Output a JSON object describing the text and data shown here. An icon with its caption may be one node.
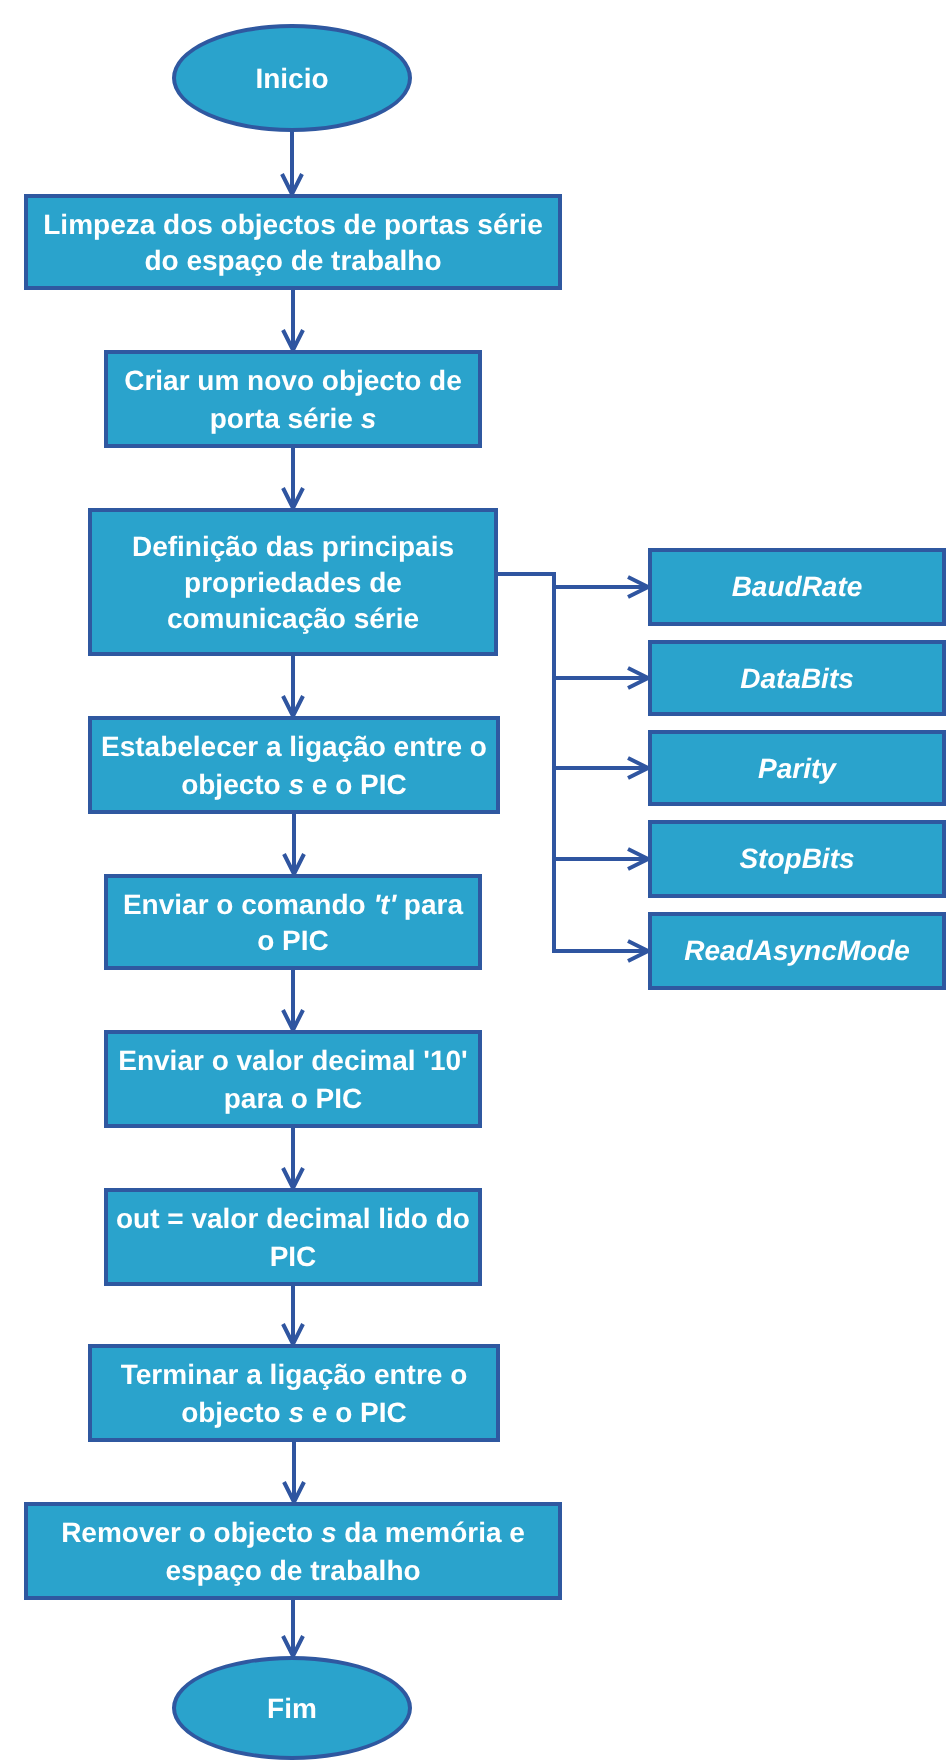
{
  "diagram": {
    "nodes": [
      {
        "text": [
          "Inicio"
        ]
      },
      {
        "text": [
          "Limpeza dos objectos de portas série do espaço de trabalho"
        ]
      },
      {
        "text": [
          "Criar um novo objecto de porta série *s*"
        ]
      },
      {
        "text": [
          "Definição das principais propriedades de comunicação série"
        ]
      },
      {
        "text": [
          "BaudRate"
        ]
      },
      {
        "text": [
          "DataBits"
        ]
      },
      {
        "text": [
          "Parity"
        ]
      },
      {
        "text": [
          "StopBits"
        ]
      },
      {
        "text": [
          "ReadAsyncMode"
        ]
      },
      {
        "text": [
          "Estabelecer a ligação entre o objecto *s* e o PIC"
        ]
      },
      {
        "text": [
          "Enviar o comando *'t'* para o PIC"
        ]
      },
      {
        "text": [
          "Enviar o valor decimal '10' para o PIC"
        ]
      },
      {
        "text": [
          "out = valor decimal lido do PIC"
        ]
      },
      {
        "text": [
          "Terminar a ligação entre o objecto *s* e o PIC"
        ]
      },
      {
        "text": [
          "Remover o objecto *s* da memória e espaço de trabalho"
        ]
      },
      {
        "text": [
          "Fim"
        ]
      }
    ],
    "edges": [
      {
        "from": 0,
        "to": 1,
        "arrow": "to"
      },
      {
        "from": 1,
        "to": 2,
        "arrow": "to"
      },
      {
        "from": 2,
        "to": 3,
        "arrow": "to"
      },
      {
        "from": 3,
        "to": 4,
        "arrow": "to"
      },
      {
        "from": 3,
        "to": 5,
        "arrow": "to"
      },
      {
        "from": 3,
        "to": 6,
        "arrow": "to"
      },
      {
        "from": 3,
        "to": 7,
        "arrow": "to"
      },
      {
        "from": 3,
        "to": 8,
        "arrow": "to"
      },
      {
        "from": 3,
        "to": 9,
        "arrow": "to"
      },
      {
        "from": 9,
        "to": 10,
        "arrow": "to"
      },
      {
        "from": 10,
        "to": 11,
        "arrow": "to"
      },
      {
        "from": 11,
        "to": 12,
        "arrow": "to"
      },
      {
        "from": 12,
        "to": 13,
        "arrow": "to"
      },
      {
        "from": 13,
        "to": 14,
        "arrow": "to"
      },
      {
        "from": 14,
        "to": 15,
        "arrow": "to"
      }
    ]
  }
}
